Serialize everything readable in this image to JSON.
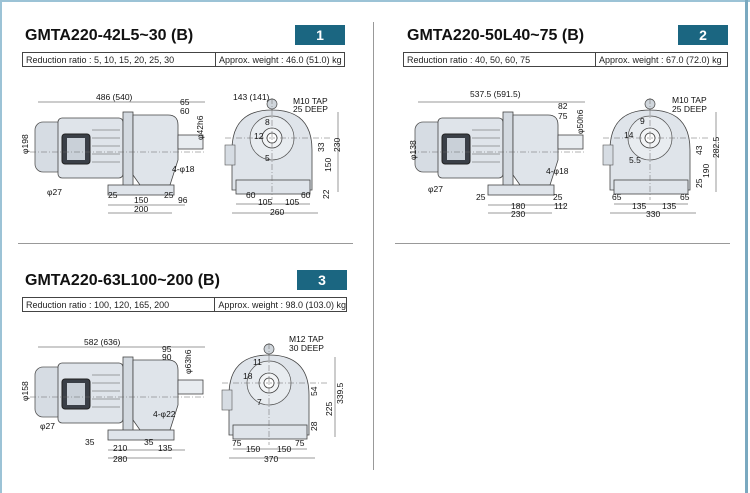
{
  "panels": [
    {
      "number": "1",
      "title": "GMTA220-42L5~30 (B)",
      "reduction_ratio": "Reduction ratio : 5, 10, 15, 20, 25, 30",
      "approx_weight": "Approx. weight : 46.0 (51.0) kg",
      "side_dims": [
        "486 (540)",
        "65",
        "60",
        "φ42h6",
        "φ198",
        "4-φ18",
        "φ27",
        "25",
        "25",
        "150",
        "96",
        "200"
      ],
      "front_dims": [
        "143 (141)",
        "M10 TAP",
        "25 DEEP",
        "8",
        "12",
        "5",
        "33",
        "230",
        "150",
        "22",
        "60",
        "60",
        "105",
        "105",
        "260"
      ]
    },
    {
      "number": "2",
      "title": "GMTA220-50L40~75 (B)",
      "reduction_ratio": "Reduction ratio : 40, 50, 60, 75",
      "approx_weight": "Approx. weight : 67.0 (72.0) kg",
      "side_dims": [
        "537.5 (591.5)",
        "82",
        "75",
        "φ50h6",
        "φ138",
        "4-φ18",
        "φ27",
        "25",
        "25",
        "180",
        "112",
        "230"
      ],
      "front_dims": [
        "M10 TAP",
        "25 DEEP",
        "9",
        "14",
        "5.5",
        "43",
        "190",
        "282.5",
        "25",
        "65",
        "65",
        "135",
        "135",
        "330"
      ]
    },
    {
      "number": "3",
      "title": "GMTA220-63L100~200 (B)",
      "reduction_ratio": "Reduction ratio : 100, 120, 165, 200",
      "approx_weight": "Approx. weight : 98.0 (103.0) kg",
      "side_dims": [
        "582 (636)",
        "95",
        "90",
        "φ63h6",
        "φ158",
        "4-φ22",
        "φ27",
        "35",
        "35",
        "210",
        "135",
        "280"
      ],
      "front_dims": [
        "M12 TAP",
        "30 DEEP",
        "11",
        "18",
        "7",
        "54",
        "225",
        "339.5",
        "28",
        "75",
        "75",
        "150",
        "150",
        "370"
      ]
    }
  ],
  "colors": {
    "badge": "#1b6681",
    "frame": "#9cc3d6",
    "body": "#dfe4ea"
  }
}
